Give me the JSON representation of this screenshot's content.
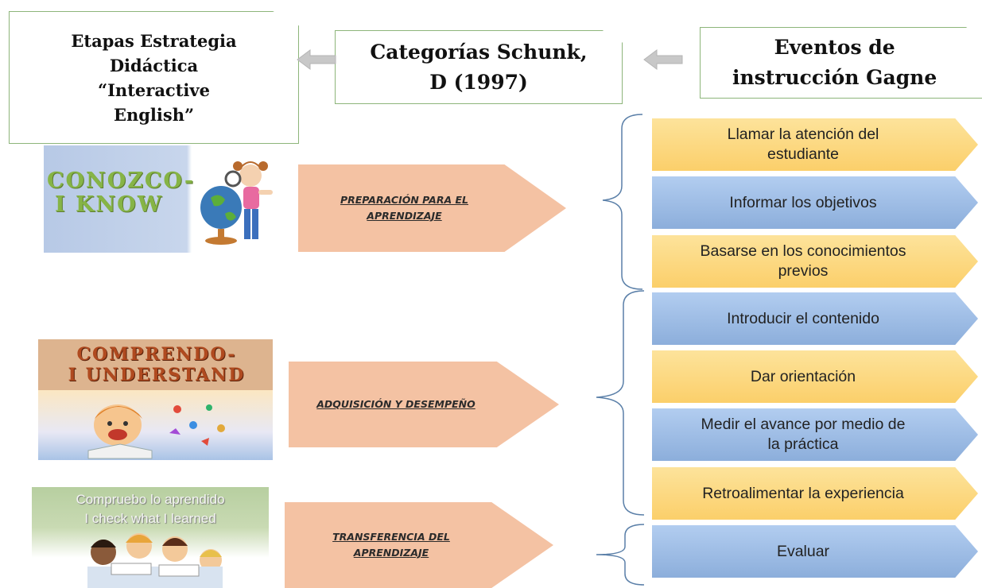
{
  "headers": {
    "stages_title": [
      "Etapas Estrategia",
      "Didáctica",
      "“Interactive",
      "English”"
    ],
    "schunk_title": [
      "Categorías Schunk,",
      "D (1997)"
    ],
    "gagne_title": [
      "Eventos de",
      "instrucción Gagne"
    ]
  },
  "stages": [
    {
      "image_text": [
        "CONOZCO-",
        "I KNOW"
      ],
      "label": [
        "PREPARACIÓN PARA EL",
        "APRENDIZAJE"
      ]
    },
    {
      "image_text": [
        "COMPRENDO-",
        "I UNDERSTAND"
      ],
      "label": [
        "ADQUISICIÓN Y DESEMPEÑO"
      ]
    },
    {
      "image_text": [
        "Compruebo lo aprendido",
        "I check what I learned"
      ],
      "label": [
        "TRANSFERENCIA DEL",
        "APRENDIZAJE"
      ]
    }
  ],
  "events": [
    {
      "text": [
        "Llamar la atención del",
        "estudiante"
      ],
      "color": "yellow"
    },
    {
      "text": [
        "Informar los objetivos"
      ],
      "color": "blue"
    },
    {
      "text": [
        "Basarse en los conocimientos",
        "previos"
      ],
      "color": "yellow"
    },
    {
      "text": [
        "Introducir el contenido"
      ],
      "color": "blue"
    },
    {
      "text": [
        "Dar orientación"
      ],
      "color": "yellow"
    },
    {
      "text": [
        "Medir el avance por medio de",
        "la práctica"
      ],
      "color": "blue"
    },
    {
      "text": [
        "Retroalimentar la experiencia"
      ],
      "color": "yellow"
    },
    {
      "text": [
        "Evaluar"
      ],
      "color": "blue"
    }
  ],
  "colors": {
    "stage_fill": "#f4c2a3",
    "event_yellow": "#fdd67a",
    "event_blue": "#9dbde4",
    "box_border": "#8db57a",
    "bracket": "#5a7fa8",
    "arrow": "#c8c8c8"
  }
}
